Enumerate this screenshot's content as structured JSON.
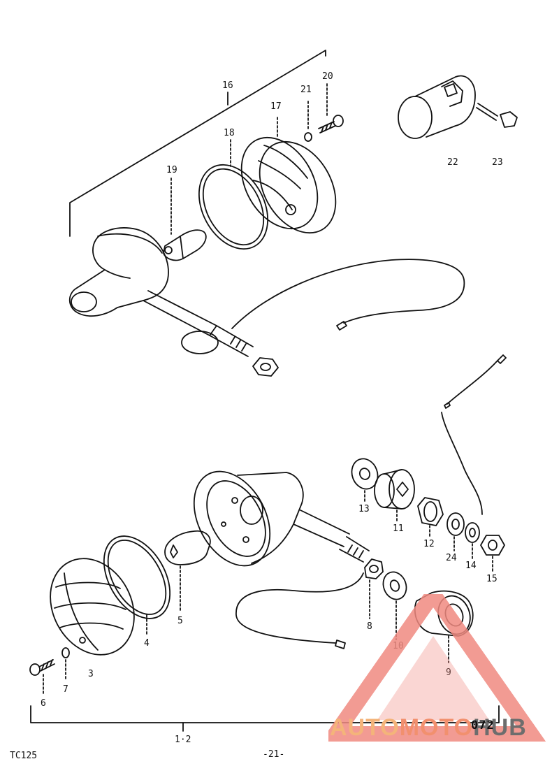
{
  "labels": {
    "p1_2": "1·2",
    "p3": "3",
    "p4": "4",
    "p5": "5",
    "p6": "6",
    "p7": "7",
    "p8": "8",
    "p9": "9",
    "p10": "10",
    "p11": "11",
    "p12": "12",
    "p13": "13",
    "p14": "14",
    "p15": "15",
    "p16": "16",
    "p17": "17",
    "p18": "18",
    "p19": "19",
    "p20": "20",
    "p21": "21",
    "p22": "22",
    "p23": "23",
    "p24": "24"
  },
  "footer": {
    "model": "TC125",
    "page": "-21-",
    "figure_code": "072"
  },
  "watermark": {
    "auto": "AUTO",
    "moto": "MOTO",
    "hub": "HUB",
    "color_red": "#f08a80",
    "color_orange": "#f4b47a",
    "color_gray": "#6d6d6d"
  }
}
